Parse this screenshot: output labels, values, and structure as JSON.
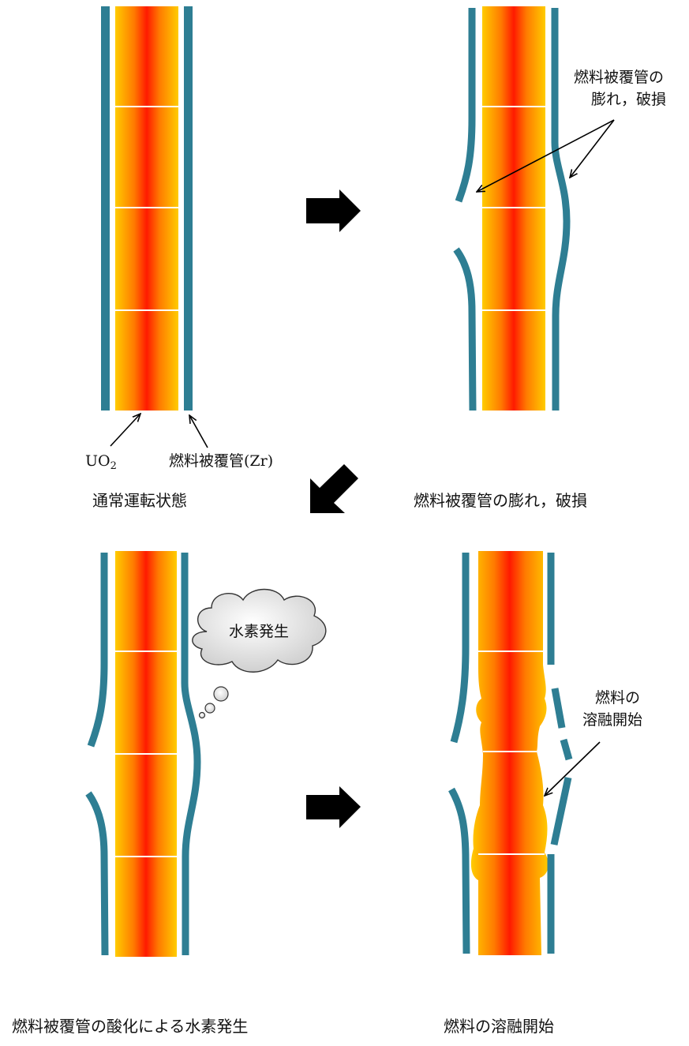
{
  "panel_normal": {
    "label_uo2_main": "UO",
    "label_uo2_sub": "2",
    "label_cladding": "燃料被覆管(Zr)",
    "caption": "通常運転状態"
  },
  "panel_swelling": {
    "annotation_line1": "燃料被覆管の",
    "annotation_line2": "膨れ，破損",
    "caption": "燃料被覆管の膨れ，破損"
  },
  "panel_oxidation": {
    "cloud_text": "水素発生",
    "caption": "燃料被覆管の酸化による水素発生"
  },
  "panel_melting": {
    "annotation_line1": "燃料の",
    "annotation_line2": "溶融開始",
    "caption": "燃料の溶融開始"
  },
  "colors": {
    "cladding": "#2e7e93",
    "fuel_center": "#ff1a00",
    "fuel_mid": "#ff7a00",
    "fuel_edge": "#ffcc00",
    "arrow": "#000000"
  }
}
